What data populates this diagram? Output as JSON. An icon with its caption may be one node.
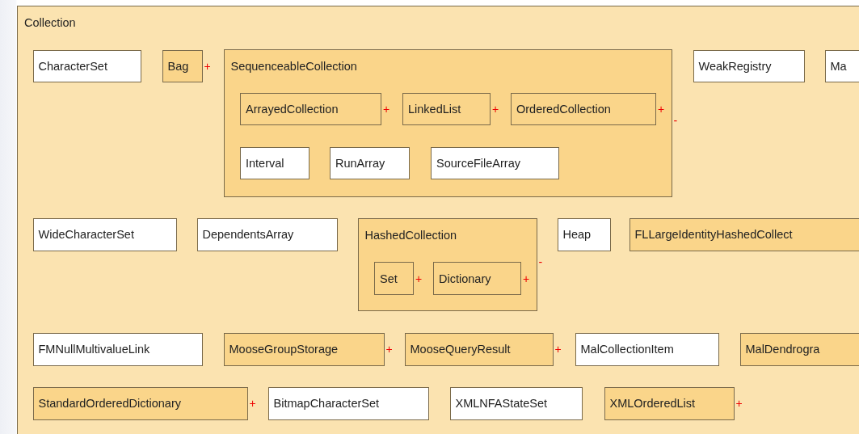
{
  "diagram": {
    "nodes": [
      {
        "text": [
          "Collection"
        ]
      },
      {
        "text": [
          "CharacterSet"
        ],
        "in": 0
      },
      {
        "text": [
          "Bag"
        ],
        "in": 0,
        "beside": [
          "+"
        ]
      },
      {
        "text": [
          "SequenceableCollection"
        ],
        "in": 0,
        "beside": [
          "-"
        ]
      },
      {
        "text": [
          "ArrayedCollection"
        ],
        "in": 3,
        "beside": [
          "+"
        ]
      },
      {
        "text": [
          "LinkedList"
        ],
        "in": 3,
        "beside": [
          "+"
        ]
      },
      {
        "text": [
          "OrderedCollection"
        ],
        "in": 3,
        "beside": [
          "+"
        ]
      },
      {
        "text": [
          "Interval"
        ],
        "in": 3
      },
      {
        "text": [
          "RunArray"
        ],
        "in": 3
      },
      {
        "text": [
          "SourceFileArray"
        ],
        "in": 3
      },
      {
        "text": [
          "WeakRegistry"
        ],
        "in": 0
      },
      {
        "text": [
          "Ma"
        ],
        "in": 0
      },
      {
        "text": [
          "WideCharacterSet"
        ],
        "in": 0
      },
      {
        "text": [
          "DependentsArray"
        ],
        "in": 0
      },
      {
        "text": [
          "HashedCollection"
        ],
        "in": 0,
        "beside": [
          "-"
        ]
      },
      {
        "text": [
          "Set"
        ],
        "in": 14,
        "beside": [
          "+"
        ]
      },
      {
        "text": [
          "Dictionary"
        ],
        "in": 14,
        "beside": [
          "+"
        ]
      },
      {
        "text": [
          "Heap"
        ],
        "in": 0
      },
      {
        "text": [
          "FLLargeIdentityHashedCollect"
        ],
        "in": 0
      },
      {
        "text": [
          "FMNullMultivalueLink"
        ],
        "in": 0
      },
      {
        "text": [
          "MooseGroupStorage"
        ],
        "in": 0,
        "beside": [
          "+"
        ]
      },
      {
        "text": [
          "MooseQueryResult"
        ],
        "in": 0,
        "beside": [
          "+"
        ]
      },
      {
        "text": [
          "MalCollectionItem"
        ],
        "in": 0
      },
      {
        "text": [
          "MalDendrogra"
        ],
        "in": 0
      },
      {
        "text": [
          "StandardOrderedDictionary"
        ],
        "in": 0,
        "beside": [
          "+"
        ]
      },
      {
        "text": [
          "BitmapCharacterSet"
        ],
        "in": 0
      },
      {
        "text": [
          "XMLNFAStateSet"
        ],
        "in": 0
      },
      {
        "text": [
          "XMLOrderedList"
        ],
        "in": 0,
        "beside": [
          "+"
        ]
      }
    ],
    "edges": []
  }
}
